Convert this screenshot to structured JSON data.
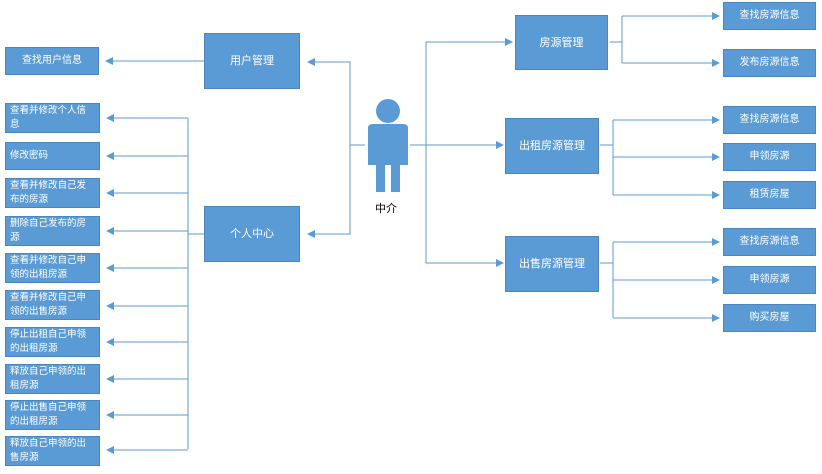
{
  "center": {
    "label": "中介"
  },
  "left": {
    "user_mgmt": "用户管理",
    "user_query": "查找用户信息",
    "personal_center": "个人中心",
    "personal_items": [
      "查看并修改个人信息",
      "修改密码",
      "查看并修改自己发布的房源",
      "删除自己发布的房源",
      "查看并修改自己申领的出租房源",
      "查看并修改自己申领的出售房源",
      "停止出租自己申领的出租房源",
      "释放自己申领的出租房源",
      "停止出售自己申领的出租房源",
      "释放自己申领的出售房源"
    ]
  },
  "right": {
    "house_mgmt": "房源管理",
    "house_items": [
      "查找房源信息",
      "发布房源信息"
    ],
    "rent_mgmt": "出租房源管理",
    "rent_items": [
      "查找房源信息",
      "申领房源",
      "租赁房屋"
    ],
    "sale_mgmt": "出售房源管理",
    "sale_items": [
      "查找房源信息",
      "申领房源",
      "购买房屋"
    ]
  },
  "colors": {
    "box": "#5b9bd5",
    "line": "#5b9bd5",
    "person": "#5b9bd5"
  },
  "icons": {
    "center": "person-icon"
  }
}
